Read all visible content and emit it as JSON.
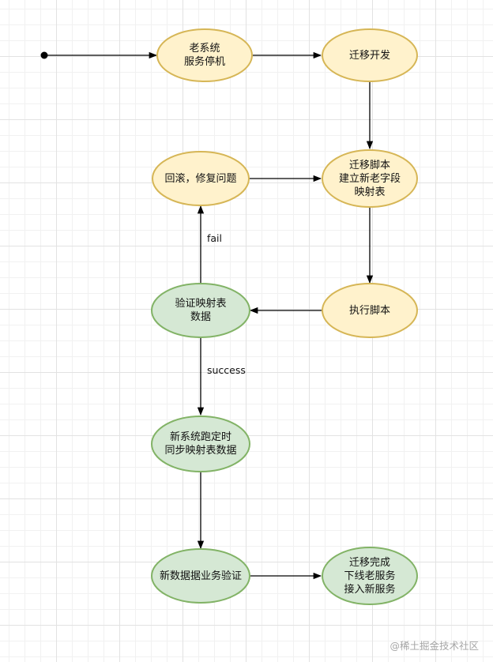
{
  "diagram": {
    "nodes": {
      "old_stop": {
        "label": "老系统\n服务停机"
      },
      "migrate_dev": {
        "label": "迁移开发"
      },
      "migrate_script": {
        "label": "迁移脚本\n建立新老字段\n映射表"
      },
      "rollback": {
        "label": "回滚，修复问题"
      },
      "run_script": {
        "label": "执行脚本"
      },
      "verify_map": {
        "label": "验证映射表\n数据"
      },
      "sync_job": {
        "label": "新系统跑定时\n同步映射表数据"
      },
      "verify_biz": {
        "label": "新数据据业务验证"
      },
      "done": {
        "label": "迁移完成\n下线老服务\n接入新服务"
      }
    },
    "edge_labels": {
      "fail": "fail",
      "success": "success"
    },
    "colors": {
      "yellow_fill": "#fff2cc",
      "yellow_stroke": "#d6b656",
      "green_fill": "#d5e8d4",
      "green_stroke": "#82b366"
    }
  },
  "watermark": "@稀土掘金技术社区"
}
